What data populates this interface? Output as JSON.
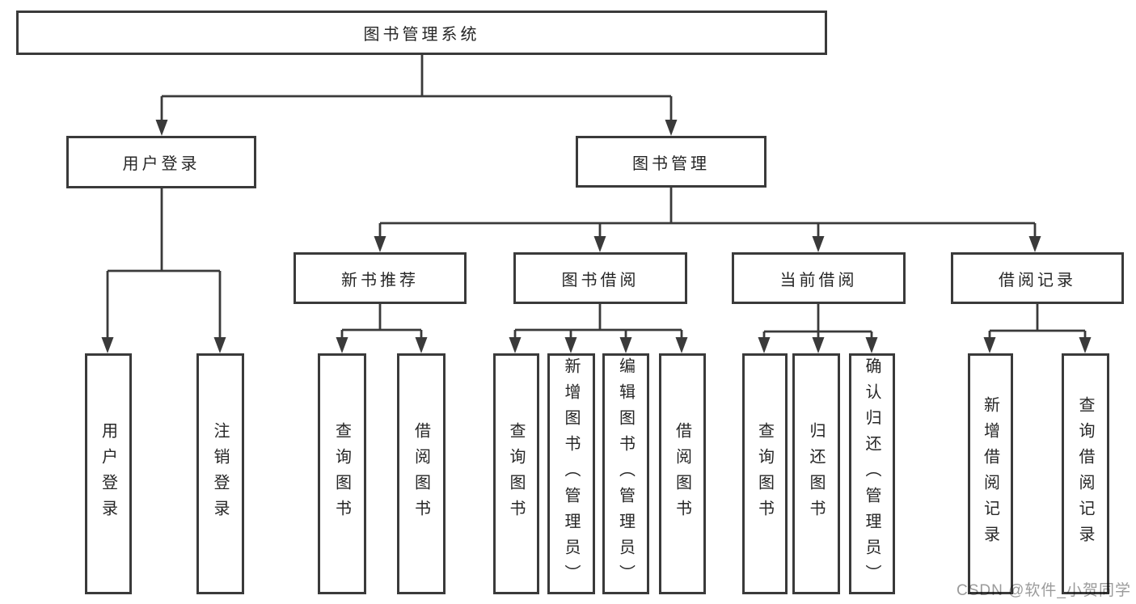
{
  "tree": {
    "root": {
      "label": "图书管理系统"
    },
    "branches": [
      {
        "label": "用户登录",
        "children": [
          {
            "label": "用户登录"
          },
          {
            "label": "注销登录"
          }
        ]
      },
      {
        "label": "图书管理",
        "children": [
          {
            "label": "新书推荐",
            "children": [
              {
                "label": "查询图书"
              },
              {
                "label": "借阅图书"
              }
            ]
          },
          {
            "label": "图书借阅",
            "children": [
              {
                "label": "查询图书"
              },
              {
                "label": "新增图书（管理员）"
              },
              {
                "label": "编辑图书（管理员）"
              },
              {
                "label": "借阅图书"
              }
            ]
          },
          {
            "label": "当前借阅",
            "children": [
              {
                "label": "查询图书"
              },
              {
                "label": "归还图书"
              },
              {
                "label": "确认归还（管理员）"
              }
            ]
          },
          {
            "label": "借阅记录",
            "children": [
              {
                "label": "新增借阅记录"
              },
              {
                "label": "查询借阅记录"
              }
            ]
          }
        ]
      }
    ]
  },
  "watermark": {
    "text": "CSDN @软件_小贺同学"
  },
  "colors": {
    "line": "#3a3a3a",
    "box_border": "#3a3a3a",
    "text": "#262626",
    "watermark": "#9b9b9b",
    "background": "#ffffff"
  }
}
